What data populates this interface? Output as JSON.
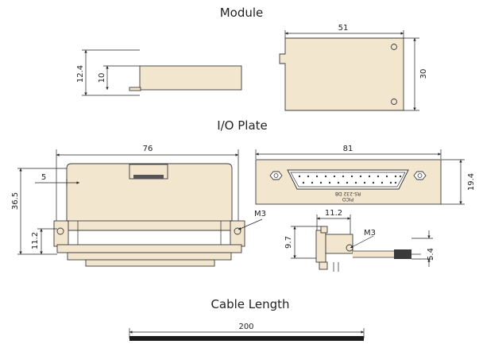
{
  "sections": {
    "module": "Module",
    "io_plate": "I/O Plate",
    "cable_length": "Cable Length"
  },
  "dimensions": {
    "module_width": "51",
    "module_height": "30",
    "module_side_total": "12.4",
    "module_side_body": "10",
    "plate_width": "76",
    "plate_front_width": "81",
    "plate_front_height": "19.4",
    "plate_offset": "5",
    "plate_height": "36.5",
    "plate_hole_height": "11.2",
    "plate_screw": "M3",
    "side_width": "11.2",
    "side_height": "9.7",
    "side_screw": "M3",
    "side_offset": "5.4",
    "cable": "200"
  },
  "connector_label_line1": "RS-232 DB",
  "connector_label_line2": "PICO",
  "colors": {
    "body_fill": "#f3e6cf",
    "outline": "#3a3a3a",
    "cable": "#1a1a1a"
  }
}
